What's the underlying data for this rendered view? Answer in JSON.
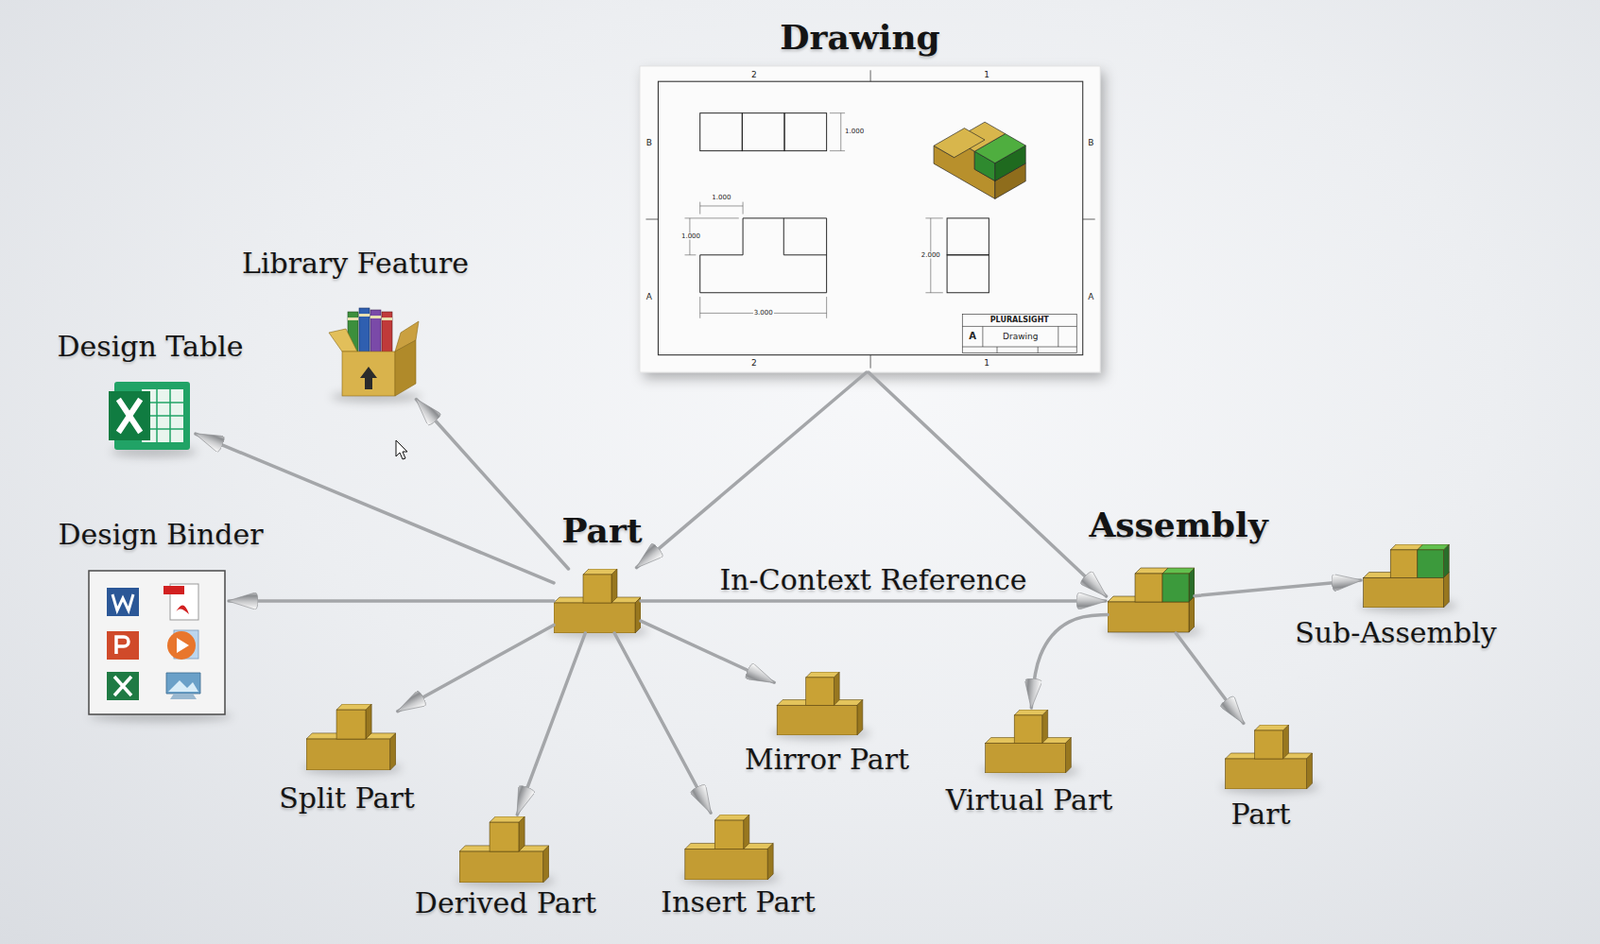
{
  "diagram": {
    "nodes": [
      {
        "text": [
          "Drawing"
        ]
      },
      {
        "text": [
          "Library Feature"
        ]
      },
      {
        "text": [
          "Design Table"
        ]
      },
      {
        "text": [
          "Design Binder"
        ]
      },
      {
        "text": [
          "Part"
        ]
      },
      {
        "text": [
          "Assembly"
        ]
      },
      {
        "text": [
          "Sub-Assembly"
        ]
      },
      {
        "text": [
          "Split Part"
        ]
      },
      {
        "text": [
          "Mirror Part"
        ]
      },
      {
        "text": [
          "Virtual Part"
        ]
      },
      {
        "text": [
          "Part"
        ]
      },
      {
        "text": [
          "Derived Part"
        ]
      },
      {
        "text": [
          "Insert Part"
        ]
      }
    ],
    "edges": [
      {
        "from": 4,
        "to": 2,
        "arrow": "to"
      },
      {
        "from": 4,
        "to": 1,
        "arrow": "to"
      },
      {
        "from": 4,
        "to": 3,
        "arrow": "to"
      },
      {
        "from": 0,
        "to": 4,
        "arrow": "to"
      },
      {
        "from": 0,
        "to": 5,
        "arrow": "to"
      },
      {
        "from": 4,
        "to": 5,
        "label": "In-Context Reference",
        "arrow": "to"
      },
      {
        "from": 4,
        "to": 7,
        "arrow": "to"
      },
      {
        "from": 4,
        "to": 11,
        "arrow": "to"
      },
      {
        "from": 4,
        "to": 12,
        "arrow": "to"
      },
      {
        "from": 4,
        "to": 8,
        "arrow": "to"
      },
      {
        "from": 5,
        "to": 6,
        "arrow": "to"
      },
      {
        "from": 5,
        "to": 9,
        "arrow": "to"
      },
      {
        "from": 5,
        "to": 10,
        "arrow": "to"
      }
    ],
    "labels": [
      "2",
      "1",
      "B",
      "B",
      "1.000",
      "1.000",
      "1.000",
      "2.000",
      "A",
      "A",
      "3.000",
      "PLURALSIGHT",
      "A",
      "Drawing",
      "2",
      "1"
    ]
  }
}
